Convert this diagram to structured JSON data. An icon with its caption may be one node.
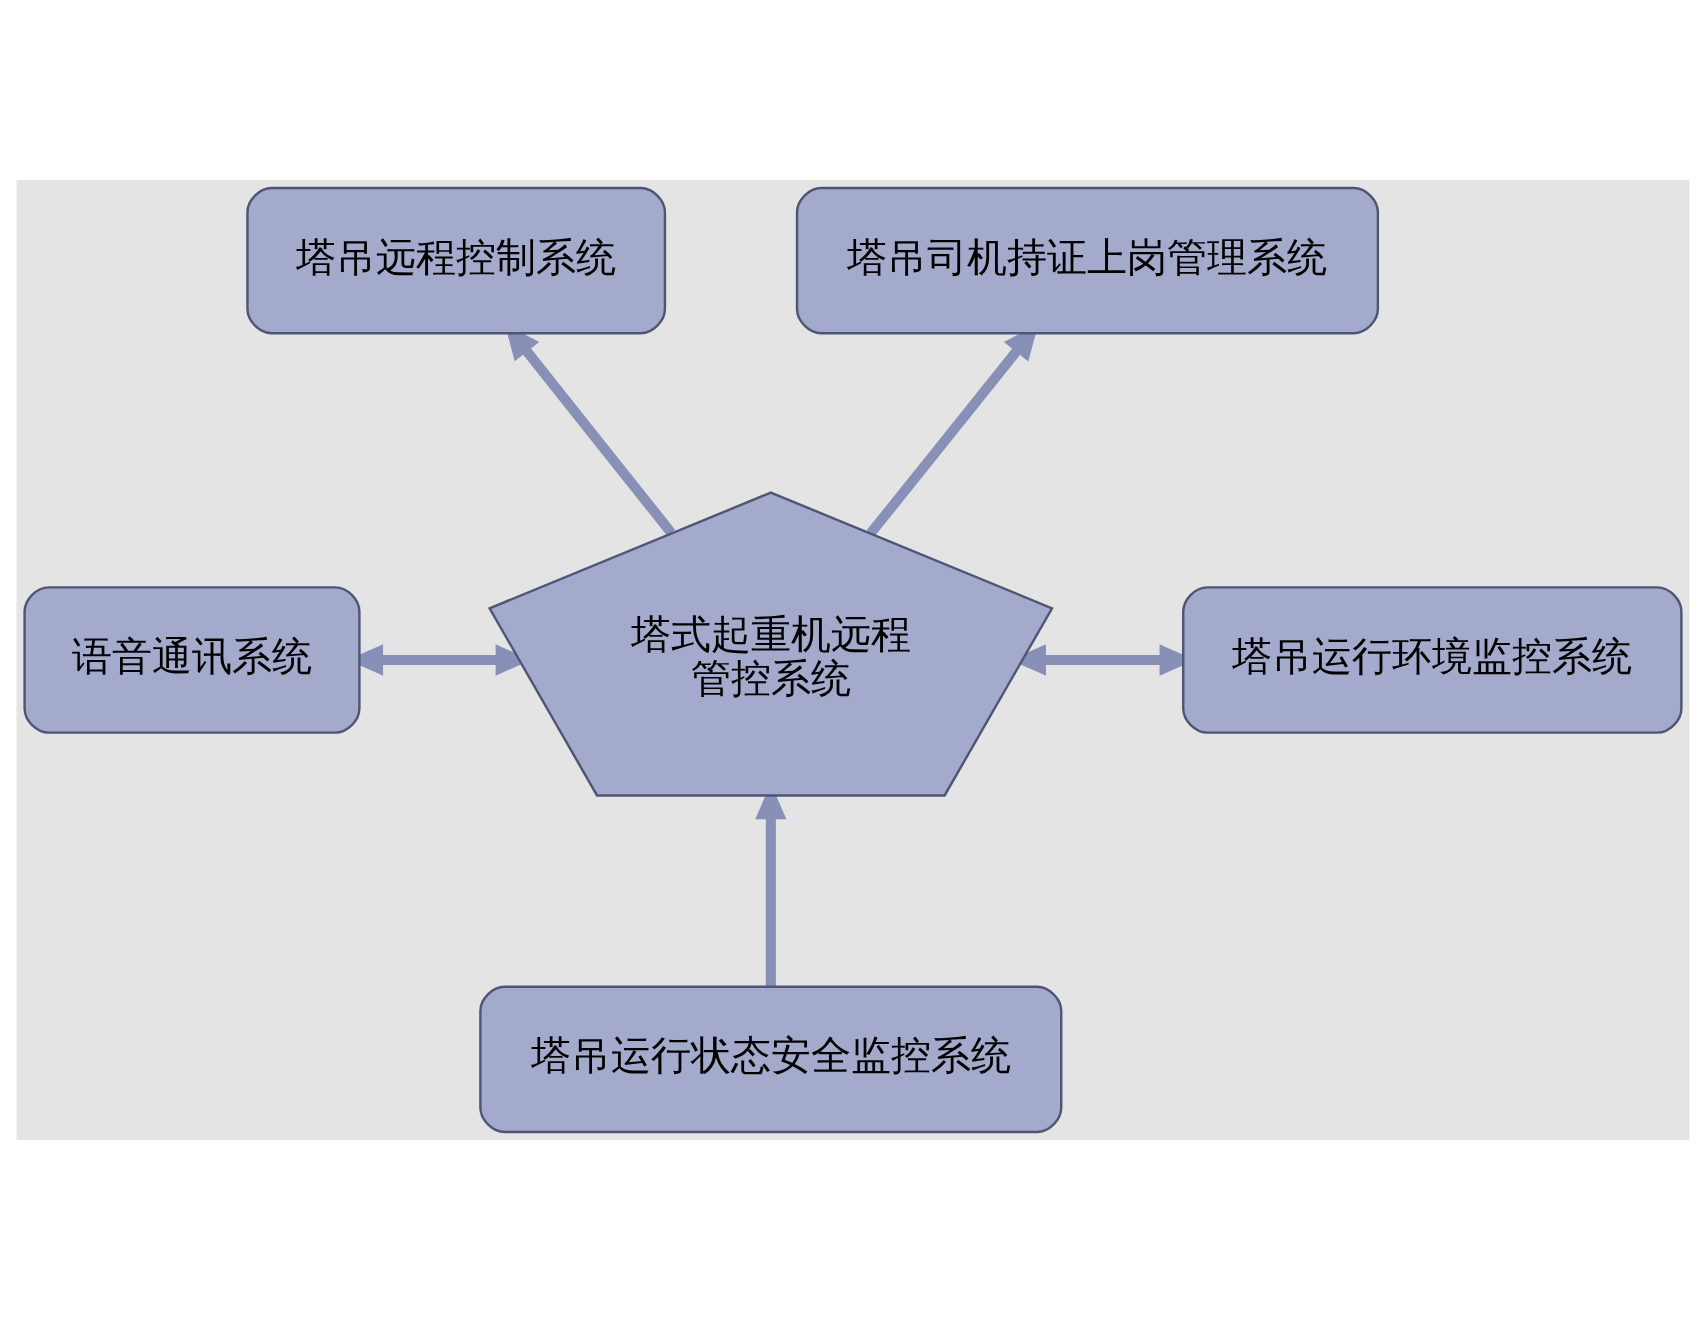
{
  "diagram": {
    "nodes": [
      {
        "text": [
          "塔式起重机远程管控系统"
        ]
      },
      {
        "text": [
          "塔吊远程控制系统"
        ]
      },
      {
        "text": [
          "塔吊司机持证上岗管理系统"
        ]
      },
      {
        "text": [
          "语音通讯系统"
        ]
      },
      {
        "text": [
          "塔吊运行环境监控系统"
        ]
      },
      {
        "text": [
          "塔吊运行状态安全监控系统"
        ]
      }
    ],
    "edges": [
      {
        "from": 0,
        "to": 1,
        "arrow": "to"
      },
      {
        "from": 0,
        "to": 2,
        "arrow": "to"
      },
      {
        "from": 0,
        "to": 3,
        "arrow": "both"
      },
      {
        "from": 0,
        "to": 4,
        "arrow": "both"
      },
      {
        "from": 5,
        "to": 0,
        "arrow": "to"
      }
    ]
  }
}
